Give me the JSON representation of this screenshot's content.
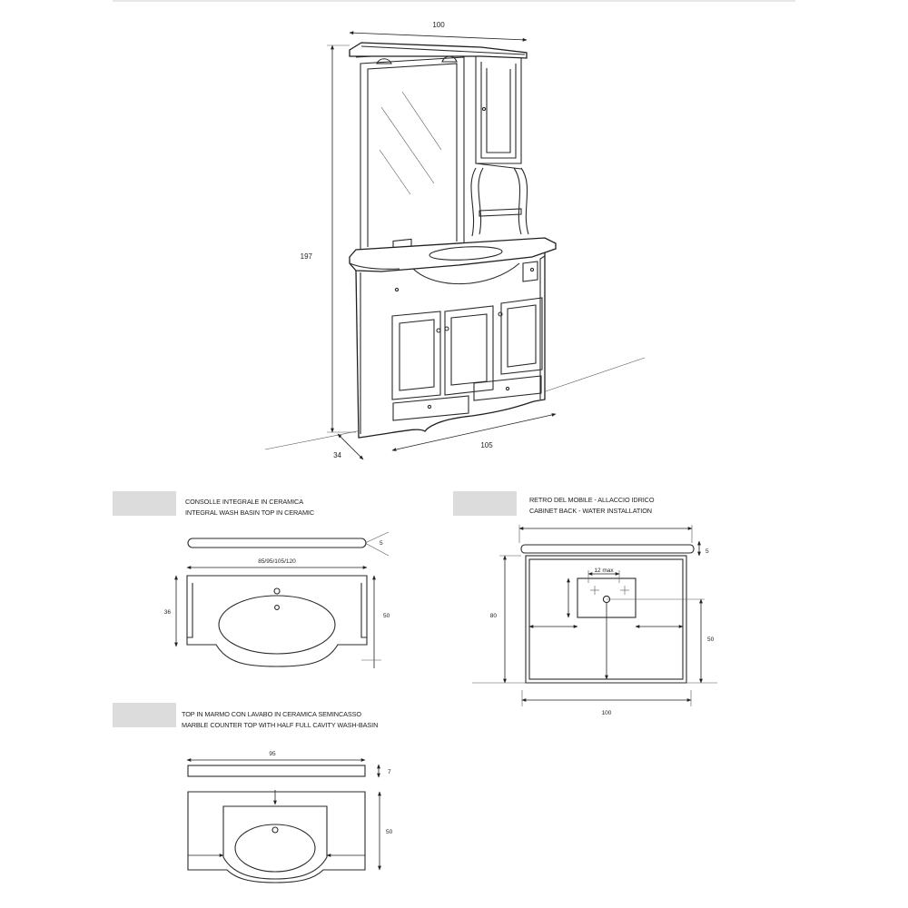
{
  "colors": {
    "line": "#2a2a2a",
    "label_block": "#dcdcdc",
    "background": "#ffffff"
  },
  "main_view": {
    "dim_width_top": "100",
    "dim_height": "197",
    "dim_depth": "34",
    "dim_width_bottom": "105"
  },
  "section_integral": {
    "title_it": "CONSOLLE INTEGRALE IN CERAMICA",
    "title_en": "INTEGRAL WASH BASIN TOP IN CERAMIC",
    "dim_thickness": "5",
    "dim_widths": "85/95/105/120",
    "dim_depth": "36",
    "dim_height": "50"
  },
  "section_back": {
    "title_it": "RETRO DEL MOBILE - ALLACCIO IDRICO",
    "title_en": "CABINET BACK - WATER INSTALLATION",
    "dim_top": "5",
    "dim_offset": "12 max",
    "dim_height": "80",
    "dim_pipe": "50",
    "dim_width": "100"
  },
  "section_marble": {
    "title_it": "TOP IN MARMO CON LAVABO IN CERAMICA SEMINCASSO",
    "title_en": "MARBLE COUNTER TOP WITH HALF FULL CAVITY WASH-BASIN",
    "dim_width": "95",
    "dim_thickness": "7",
    "dim_height": "50"
  }
}
